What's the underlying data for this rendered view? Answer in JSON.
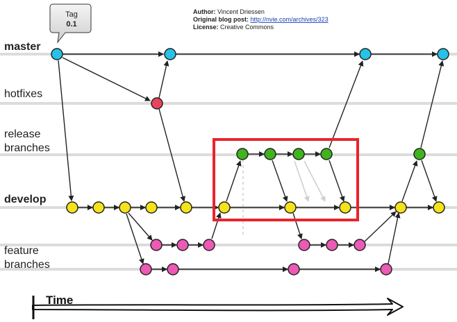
{
  "meta": {
    "author_label": "Author:",
    "author_value": " Vincent Driessen",
    "blog_label": "Original blog post:",
    "blog_value": "http://nvie.com/archives/323",
    "license_label": "License:",
    "license_value": " Creative Commons"
  },
  "tag": {
    "line1": "Tag",
    "line2": "0.1"
  },
  "lanes": {
    "master": "master",
    "hotfixes": "hotfixes",
    "release_line1": "release",
    "release_line2": "branches",
    "develop": "develop",
    "feature_line1": "feature",
    "feature_line2": "branches"
  },
  "time_label": "Time",
  "colors": {
    "master": "#27c3e6",
    "hotfix": "#e8455a",
    "release": "#3fb41e",
    "develop": "#f5e21a",
    "feature": "#ec5ab6",
    "highlight": "#e8242c",
    "lane": "#dcdcdc"
  }
}
